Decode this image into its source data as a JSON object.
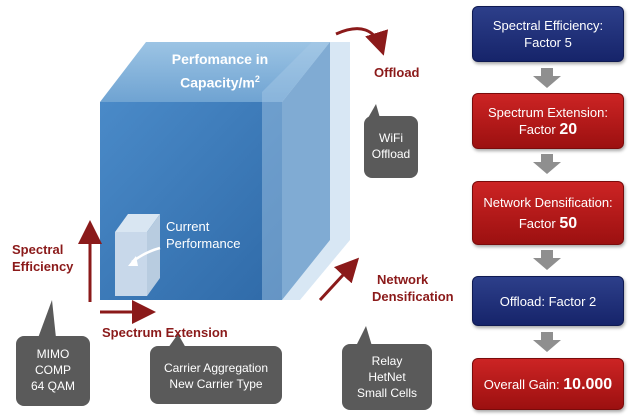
{
  "cube": {
    "title_line1": "Perfomance in",
    "title_line2": "Capacity/m",
    "title_sup": "2",
    "current_line1": "Current",
    "current_line2": "Performance"
  },
  "labels": {
    "offload": "Offload",
    "spectral_line1": "Spectral",
    "spectral_line2": "Efficiency",
    "spectrum_extension": "Spectrum Extension",
    "network_line1": "Network",
    "network_line2": "Densification"
  },
  "callouts": {
    "wifi": [
      "WiFi",
      "Offload"
    ],
    "mimo": [
      "MIMO",
      "COMP",
      "64 QAM"
    ],
    "carrier": [
      "Carrier Aggregation",
      "New Carrier Type"
    ],
    "relay": [
      "Relay",
      "HetNet",
      "Small Cells"
    ]
  },
  "flow": [
    {
      "text1": "Spectral Efficiency:",
      "text2": "Factor 5",
      "bold": "",
      "color": "#1f2f7a"
    },
    {
      "text1": "Spectrum Extension:",
      "text2": "Factor ",
      "bold": "20",
      "color": "#b81818"
    },
    {
      "text1": "Network Densification:",
      "text2": "Factor ",
      "bold": "50",
      "color": "#b81818"
    },
    {
      "text1": "Offload: Factor 2",
      "text2": "",
      "bold": "",
      "color": "#1f2f7a"
    },
    {
      "text1": "Overall Gain: ",
      "text2": "",
      "bold": "10.000",
      "color": "#b81818"
    }
  ],
  "colors": {
    "cube_front": "#3f7fbf",
    "cube_top": "#8ab7dd",
    "cube_side": "#6b9fcc",
    "accent_red": "#8b1a1a",
    "callout_gray": "#5a5a5a"
  }
}
